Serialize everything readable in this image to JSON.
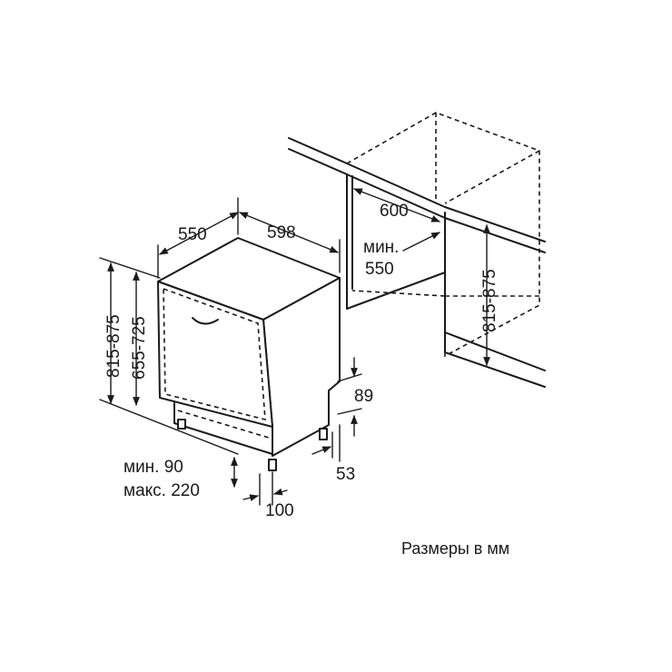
{
  "dimensions": {
    "depth": "550",
    "width": "598",
    "niche_width": "600",
    "niche_depth_line1": "мин.",
    "niche_depth_line2": "550",
    "niche_height": "815-875",
    "appliance_height": "815-875",
    "door_height": "655-725",
    "plinth_height": "89",
    "foot_offset": "53",
    "plinth_gap_line1": "мин. 90",
    "plinth_gap_line2": "макс. 220",
    "foot_depth": "100"
  },
  "caption": "Размеры в мм"
}
